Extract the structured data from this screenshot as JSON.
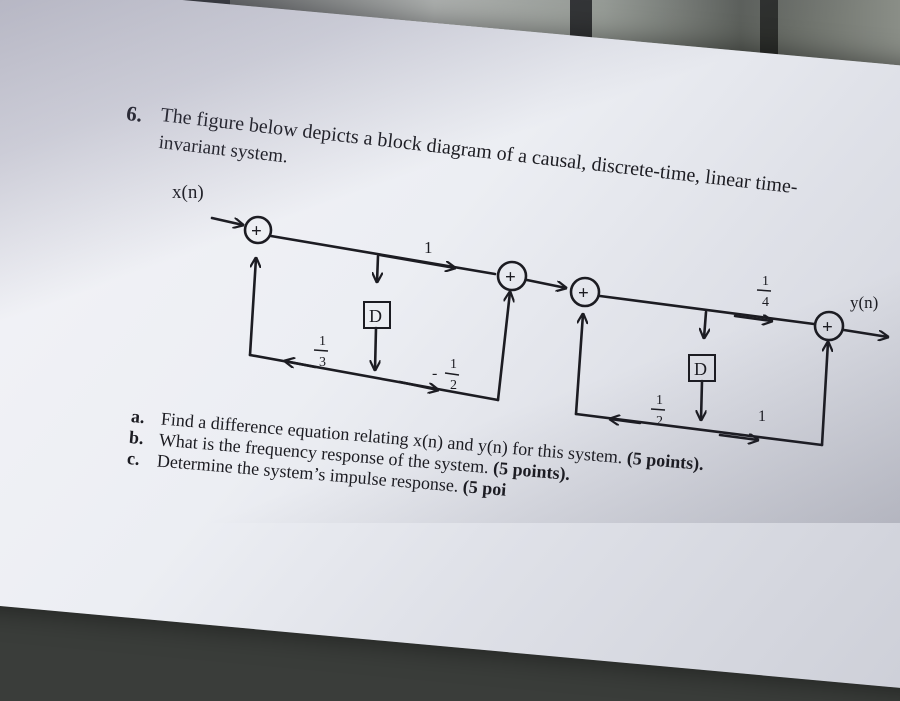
{
  "question": {
    "number": "6.",
    "line1": "The figure below depicts a block diagram of a causal, discrete-time, linear time-",
    "line2": "invariant system."
  },
  "diagram": {
    "input_label": "x(n)",
    "output_label": "y(n)",
    "adder_symbol": "+",
    "delay_label": "D",
    "gains": [
      {
        "num": "1",
        "den": "",
        "sign": ""
      },
      {
        "num": "1",
        "den": "3",
        "sign": ""
      },
      {
        "num": "1",
        "den": "2",
        "sign": "-"
      },
      {
        "num": "1",
        "den": "4",
        "sign": ""
      },
      {
        "num": "1",
        "den": "2",
        "sign": ""
      },
      {
        "num": "1",
        "den": "",
        "sign": ""
      }
    ]
  },
  "parts": [
    {
      "label": "a.",
      "text": "Find a difference equation relating x(n) and y(n) for this system.",
      "points": "(5 points)."
    },
    {
      "label": "b.",
      "text": "What is the frequency response of the system.",
      "points": "(5 points)."
    },
    {
      "label": "c.",
      "text": "Determine the system’s impulse response.",
      "points": "(5 poi"
    }
  ]
}
